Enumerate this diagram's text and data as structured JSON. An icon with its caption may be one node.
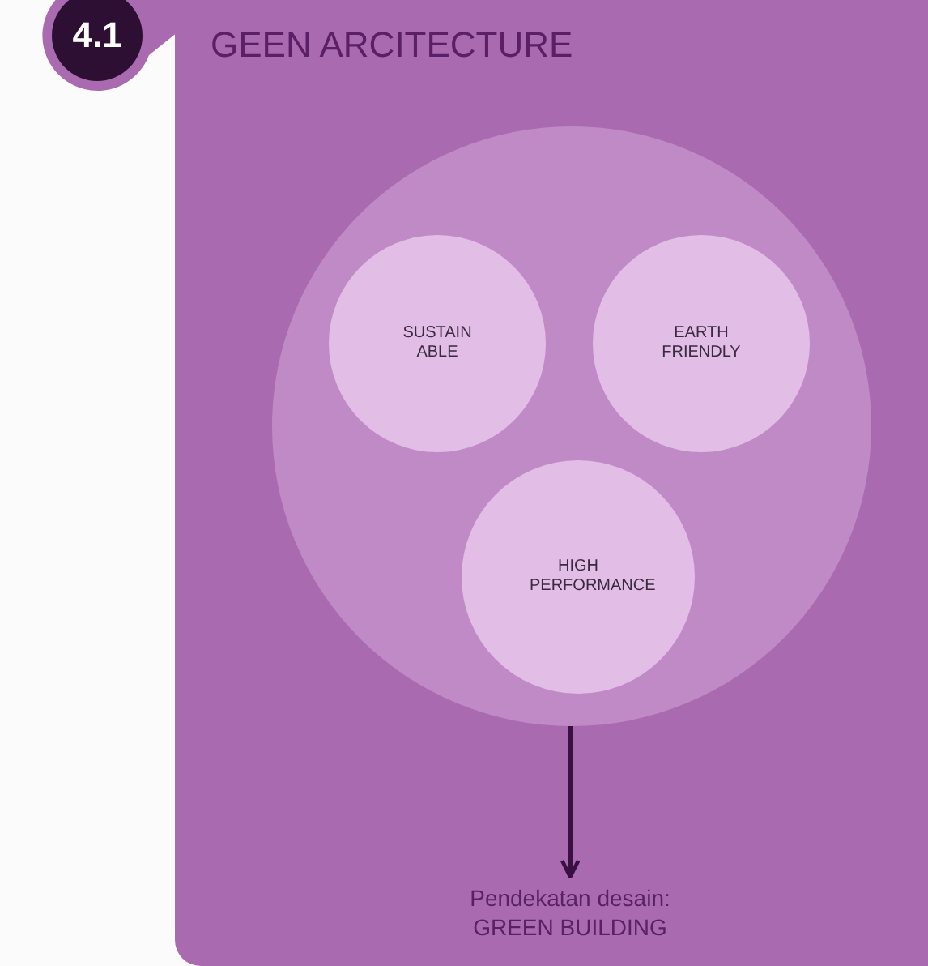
{
  "diagram": {
    "nodes": [
      {
        "text": [
          "4.1"
        ]
      },
      {
        "text": [
          "GEEN ARCITECTURE"
        ]
      },
      {
        "text": [],
        "shape": "circle",
        "in": 1
      },
      {
        "text": [
          "SUSTAIN ABLE"
        ],
        "in": 2
      },
      {
        "text": [
          "EARTH FRIENDLY"
        ],
        "in": 2
      },
      {
        "text": [
          "HIGH PERFORMANCE"
        ],
        "in": 2
      },
      {
        "text": [
          "Pendekatan desain: GREEN BUILDING"
        ],
        "in": 1
      }
    ],
    "edges": [
      {
        "from": 2,
        "to": 6,
        "arrow": "to"
      }
    ]
  }
}
